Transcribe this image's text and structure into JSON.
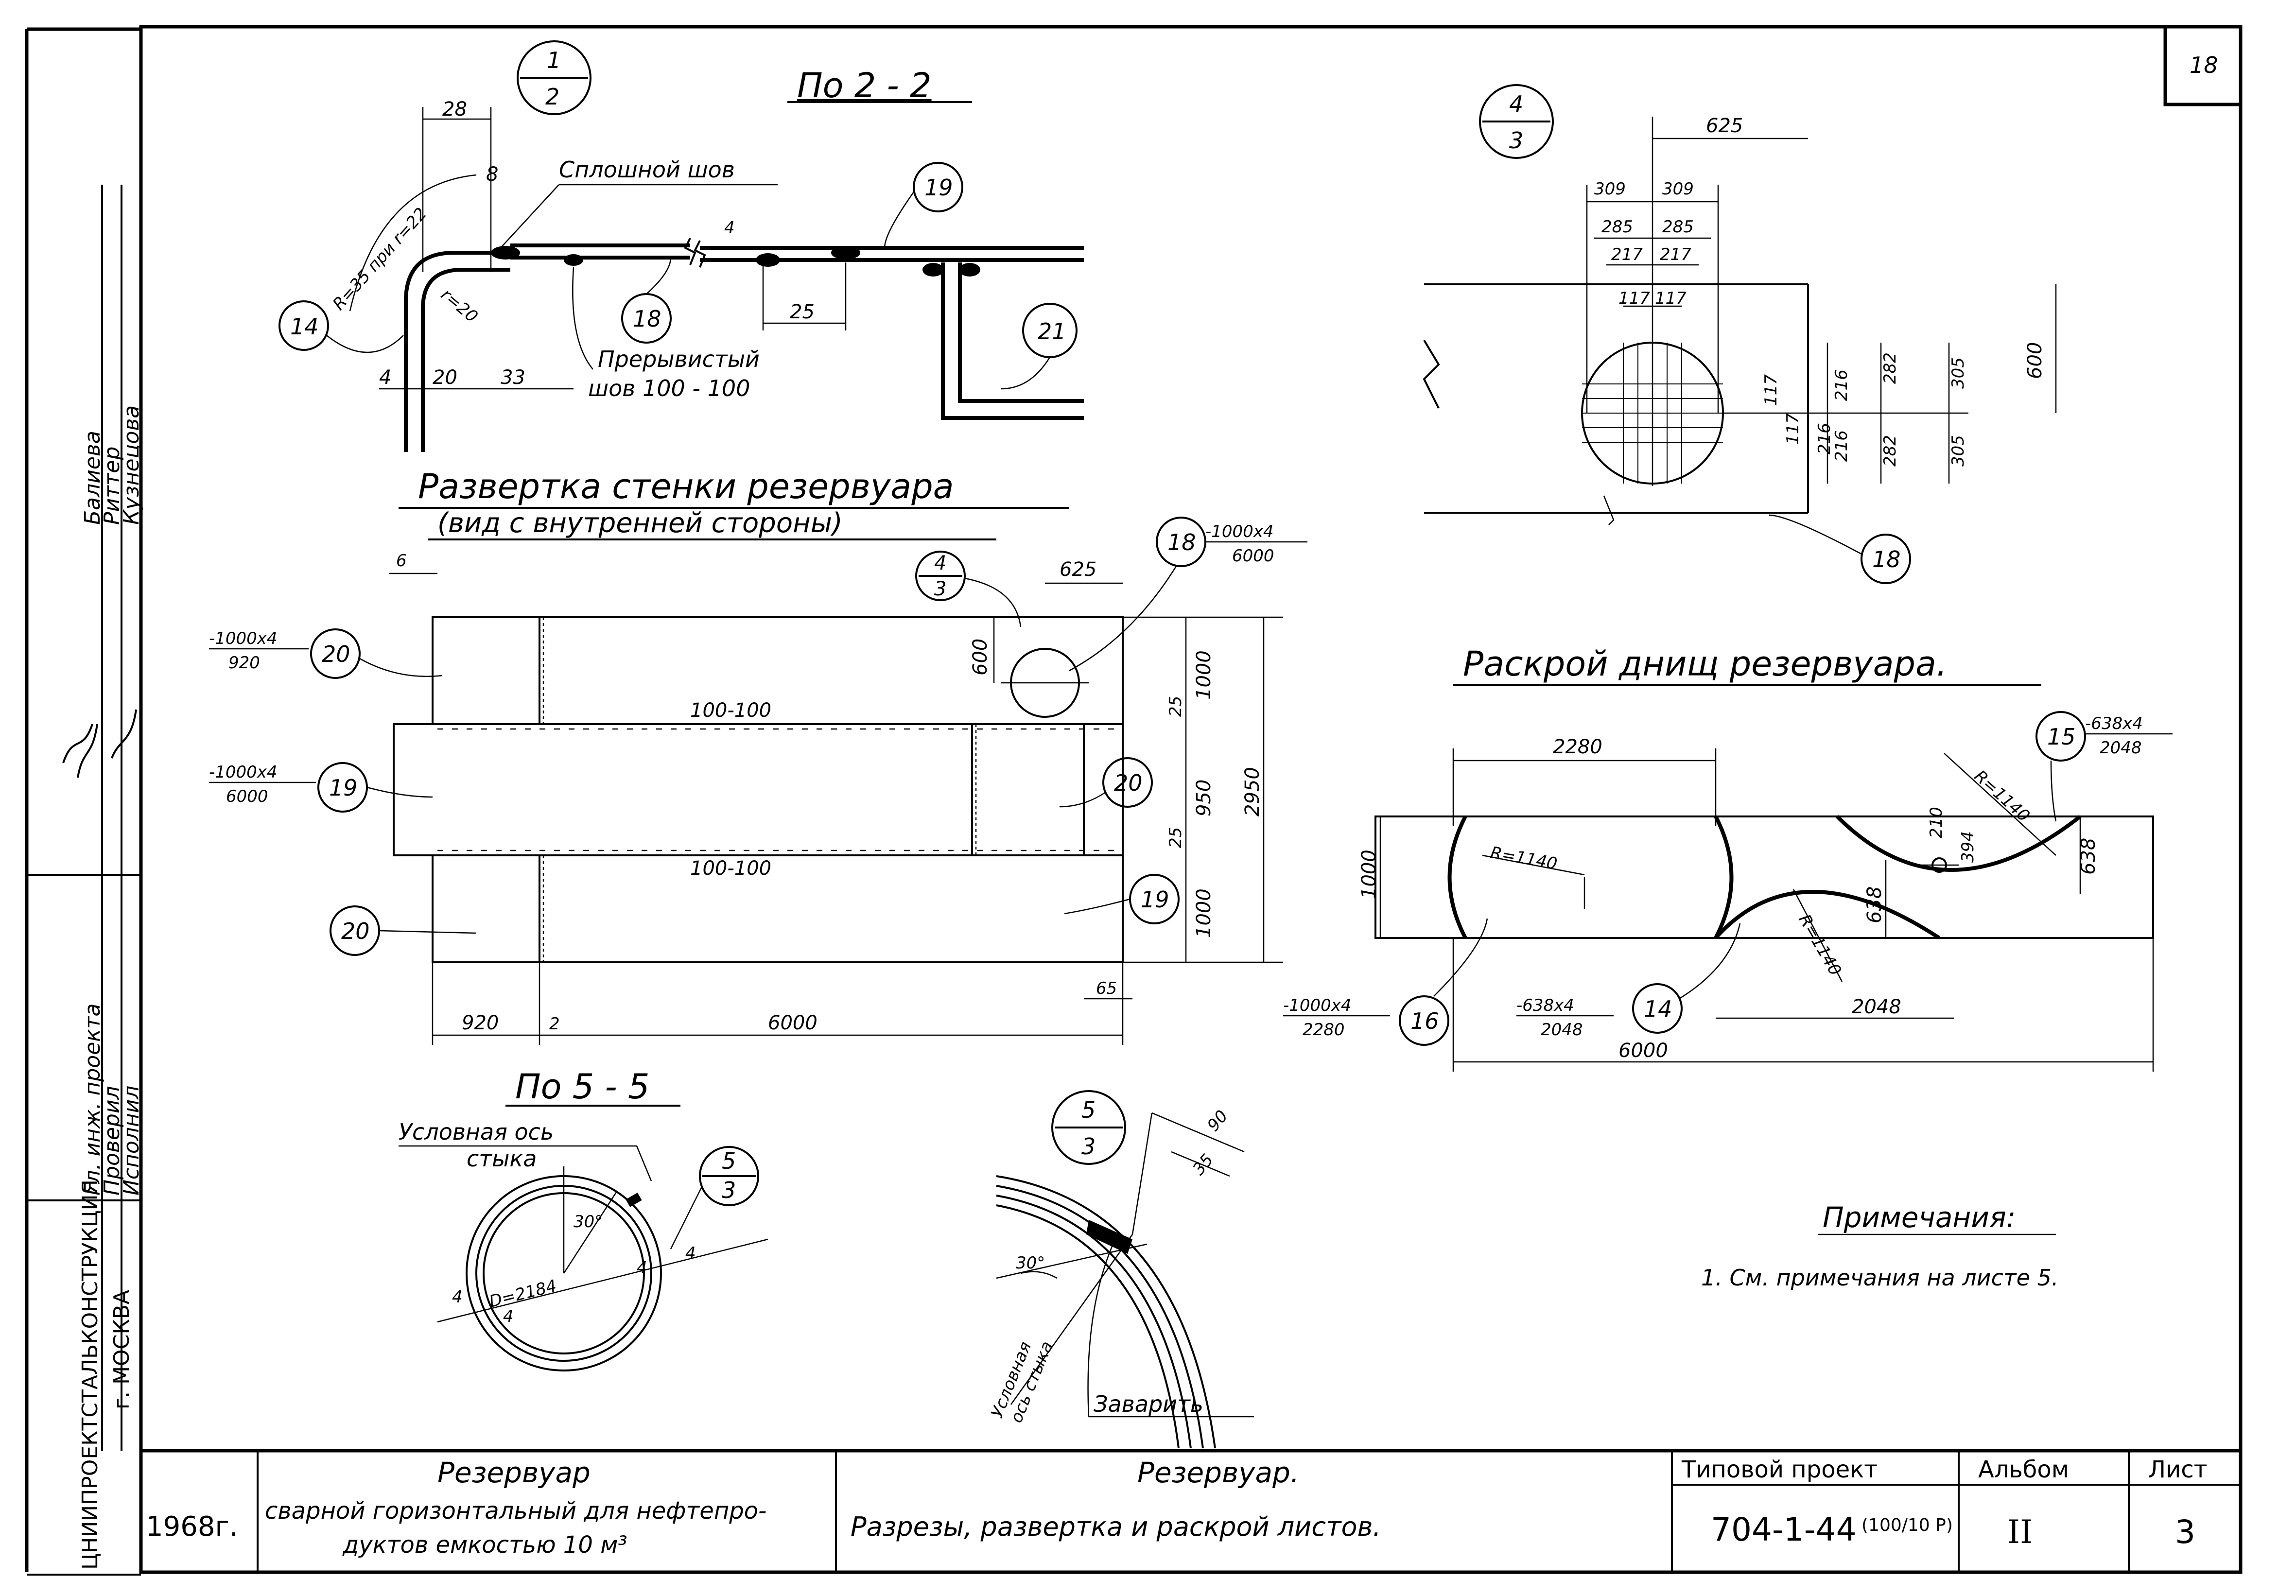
{
  "sheet": {
    "corner_number": "18",
    "section_title_2_2": "По 2 - 2",
    "wall_title": "Развертка стенки резервуара",
    "wall_subtitle": "(вид с внутренней стороны)",
    "bottom_title": "Раскрой днищ резервуара.",
    "section_title_5_5": "По 5 - 5"
  },
  "callouts": {
    "c12": {
      "top": "1",
      "bottom": "2"
    },
    "c43": {
      "top": "4",
      "bottom": "3"
    },
    "c43b": {
      "top": "4",
      "bottom": "3"
    },
    "c53": {
      "top": "5",
      "bottom": "3"
    },
    "c53b": {
      "top": "5",
      "bottom": "3"
    }
  },
  "detail_2_2": {
    "dims": [
      "28",
      "8",
      "R=35 при r=22",
      "r=20",
      "4",
      "20",
      "33",
      "25",
      "4"
    ],
    "solid_weld": "Сплошной шов",
    "intermittent_weld_1": "Прерывистый",
    "intermittent_weld_2": "шов 100 - 100",
    "parts": [
      "14",
      "18",
      "19",
      "21"
    ]
  },
  "wall": {
    "dims": [
      "6",
      "625",
      "600",
      "1000",
      "25",
      "950",
      "25",
      "1000",
      "2950",
      "65",
      "920",
      "2",
      "6000"
    ],
    "weld_top": "100-100",
    "weld_bottom": "100-100",
    "labels": [
      {
        "num": "20",
        "spec_top": "-1000x4",
        "spec_bottom": "920"
      },
      {
        "num": "19",
        "spec_top": "-1000x4",
        "spec_bottom": "6000"
      },
      {
        "num": "18",
        "spec_top": "-1000x4",
        "spec_bottom": "6000"
      },
      {
        "num": "20",
        "spec_top": "",
        "spec_bottom": ""
      },
      {
        "num": "20",
        "spec_top": "",
        "spec_bottom": ""
      },
      {
        "num": "19",
        "spec_top": "",
        "spec_bottom": ""
      }
    ]
  },
  "detail_4_3": {
    "dims": [
      "625",
      "309",
      "309",
      "285",
      "285",
      "217",
      "217",
      "117",
      "117",
      "600",
      "305",
      "282",
      "216",
      "216",
      "117",
      "117",
      "216",
      "282",
      "305"
    ],
    "part": "18"
  },
  "bottom": {
    "dims": [
      "2280",
      "1000",
      "R=1140",
      "R=1140",
      "R=1140",
      "210",
      "394",
      "638",
      "638",
      "2048",
      "6000"
    ],
    "labels": [
      {
        "num": "15",
        "spec_top": "-638x4",
        "spec_bottom": "2048"
      },
      {
        "num": "16",
        "spec_top": "-1000x4",
        "spec_bottom": "2280"
      },
      {
        "num": "14",
        "spec_top": "-638x4",
        "spec_bottom": "2048"
      }
    ]
  },
  "detail_5_5": {
    "axis_label_1": "Условная ось",
    "axis_label_2": "стыка",
    "angle": "30°",
    "diameter": "D=2184",
    "thk": [
      "4",
      "4",
      "4",
      "4"
    ]
  },
  "detail_5_3": {
    "dims": [
      "90",
      "35"
    ],
    "angle": "30°",
    "axis_label_1": "Условная",
    "axis_label_2": "ось стыка",
    "weld": "Заварить"
  },
  "notes": {
    "title": "Примечания:",
    "item1": "1. См. примечания на листе 5."
  },
  "side_stamp": {
    "names": [
      "Балиева",
      "Риттер",
      "Кузнецова"
    ],
    "roles": [
      "Гл. инж. проекта",
      "Проверил",
      "Исполнил"
    ],
    "org": "ЦНИИПРОЕКТСТАЛЬКОНСТРУКЦИЯ",
    "city": "г. МОСКВА"
  },
  "title_block": {
    "year": "1968г.",
    "object_title": "Резервуар",
    "object_desc_1": "сварной горизонтальный для нефтепро-",
    "object_desc_2": "дуктов емкостью 10 м³",
    "sheet_title": "Резервуар.",
    "sheet_desc": "Разрезы, развертка и раскрой листов.",
    "project_label": "Типовой проект",
    "project_code": "704-1-44",
    "project_sub": "(100/10 Р)",
    "album_label": "Альбом",
    "album_value": "II",
    "sheet_label": "Лист",
    "sheet_value": "3"
  }
}
